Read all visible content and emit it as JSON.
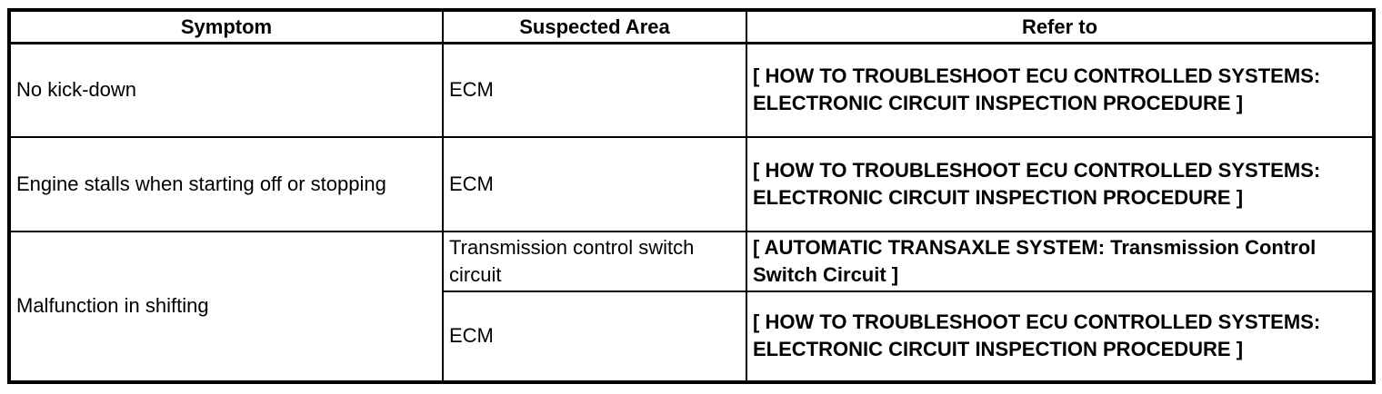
{
  "colors": {
    "background": "#ffffff",
    "border": "#000000",
    "text": "#000000"
  },
  "table": {
    "headers": [
      "Symptom",
      "Suspected Area",
      "Refer to"
    ],
    "rows": [
      {
        "symptom": "No kick-down",
        "suspected_area": "ECM",
        "refer_to": "[ HOW TO TROUBLESHOOT ECU CONTROLLED SYSTEMS: ELECTRONIC CIRCUIT INSPECTION PROCEDURE ]"
      },
      {
        "symptom": "Engine stalls when starting off or stopping",
        "suspected_area": "ECM",
        "refer_to": "[ HOW TO TROUBLESHOOT ECU CONTROLLED SYSTEMS: ELECTRONIC CIRCUIT INSPECTION PROCEDURE ]"
      },
      {
        "symptom": "Malfunction in shifting",
        "sub_rows": [
          {
            "suspected_area": "Transmission control switch circuit",
            "refer_to": "[ AUTOMATIC TRANSAXLE SYSTEM: Transmission Control Switch Circuit ]"
          },
          {
            "suspected_area": "ECM",
            "refer_to": "[ HOW TO TROUBLESHOOT ECU CONTROLLED SYSTEMS: ELECTRONIC CIRCUIT INSPECTION PROCEDURE ]"
          }
        ]
      }
    ]
  }
}
